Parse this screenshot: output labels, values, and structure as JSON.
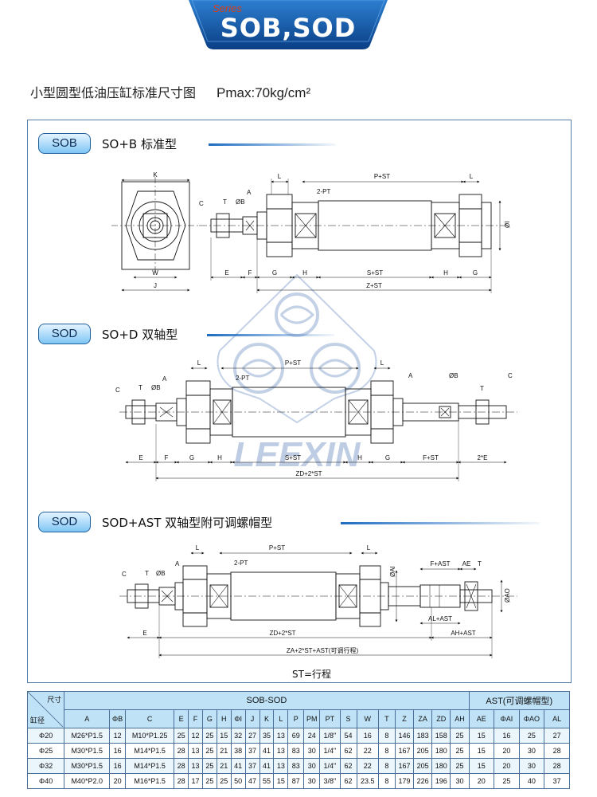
{
  "header": {
    "series": "Series",
    "title": "SOB,SOD"
  },
  "subtitle": {
    "text": "小型圆型低油压缸标准尺寸图",
    "pmax": "Pmax:70kg/cm²"
  },
  "sections": [
    {
      "badge": "SOB",
      "label": "SO+B 标准型"
    },
    {
      "badge": "SOD",
      "label": "SO+D 双轴型"
    },
    {
      "badge": "SOD",
      "label": "SOD+AST  双轴型附可调螺帽型"
    }
  ],
  "dims": {
    "sob": {
      "K": "K",
      "L": "L",
      "L2": "L",
      "PST": "P+ST",
      "C": "C",
      "T": "T",
      "A": "A",
      "OB": "ØB",
      "PT": "2-PT",
      "OI": "ØI",
      "W": "W",
      "J": "J",
      "E": "E",
      "F": "F",
      "G": "G",
      "H": "H",
      "SST": "S+ST",
      "H2": "H",
      "G2": "G",
      "ZST": "Z+ST"
    },
    "sod": {
      "L": "L",
      "PST": "P+ST",
      "L2": "L",
      "PT": "2-PT",
      "C": "C",
      "T": "T",
      "OB": "ØB",
      "A": "A",
      "A2": "A",
      "OB2": "ØB",
      "C2": "C",
      "T2": "T",
      "E": "E",
      "F": "F",
      "G": "G",
      "H": "H",
      "SST": "S+ST",
      "H2": "H",
      "G2": "G",
      "FST": "F+ST",
      "E2": "2*E",
      "ZD": "ZD+2*ST"
    },
    "ast": {
      "L": "L",
      "PST": "P+ST",
      "L2": "L",
      "PT": "2-PT",
      "C": "C",
      "T": "T",
      "OB": "ØB",
      "A": "A",
      "OAI": "ØAI",
      "FAST": "F+AST",
      "AE": "AE",
      "T2": "T",
      "OAO": "ØAO",
      "ALAST": "AL+AST",
      "E": "E",
      "ZD": "ZD+2*ST",
      "AHAST": "AH+AST",
      "ZA": "ZA+2*ST+AST(可调行程)"
    }
  },
  "st_note": "ST=行程",
  "watermark": "LEEXIN",
  "table": {
    "group_main": "SOB-SOD",
    "group_ast": "AST(可调螺帽型)",
    "corner_top": "尺寸",
    "corner_bottom": "缸径",
    "columns": [
      "A",
      "ΦB",
      "C",
      "E",
      "F",
      "G",
      "H",
      "ΦI",
      "J",
      "K",
      "L",
      "P",
      "PM",
      "PT",
      "S",
      "W",
      "T",
      "Z",
      "ZA",
      "ZD",
      "AH",
      "AE",
      "ΦAI",
      "ΦAO",
      "AL"
    ],
    "rows": [
      {
        "bore": "Φ20",
        "cells": [
          "M26*P1.5",
          "12",
          "M10*P1.25",
          "25",
          "12",
          "25",
          "15",
          "32",
          "27",
          "35",
          "13",
          "69",
          "24",
          "1/8\"",
          "54",
          "16",
          "8",
          "146",
          "183",
          "158",
          "25",
          "15",
          "16",
          "25",
          "27"
        ]
      },
      {
        "bore": "Φ25",
        "cells": [
          "M30*P1.5",
          "16",
          "M14*P1.5",
          "28",
          "13",
          "25",
          "21",
          "38",
          "37",
          "41",
          "13",
          "83",
          "30",
          "1/4\"",
          "62",
          "22",
          "8",
          "167",
          "205",
          "180",
          "25",
          "15",
          "20",
          "30",
          "28"
        ]
      },
      {
        "bore": "Φ32",
        "cells": [
          "M30*P1.5",
          "16",
          "M14*P1.5",
          "28",
          "13",
          "25",
          "21",
          "41",
          "37",
          "41",
          "13",
          "83",
          "30",
          "1/4\"",
          "62",
          "22",
          "8",
          "167",
          "205",
          "180",
          "25",
          "15",
          "20",
          "30",
          "28"
        ]
      },
      {
        "bore": "Φ40",
        "cells": [
          "M40*P2.0",
          "20",
          "M16*P1.5",
          "28",
          "17",
          "25",
          "25",
          "50",
          "47",
          "55",
          "15",
          "87",
          "30",
          "3/8\"",
          "62",
          "23.5",
          "8",
          "179",
          "226",
          "196",
          "30",
          "20",
          "25",
          "40",
          "37"
        ]
      }
    ]
  },
  "colors": {
    "accent": "#1d6bc0",
    "header_blue": "#0d4f9a",
    "table_head": "#bfe2f7"
  }
}
